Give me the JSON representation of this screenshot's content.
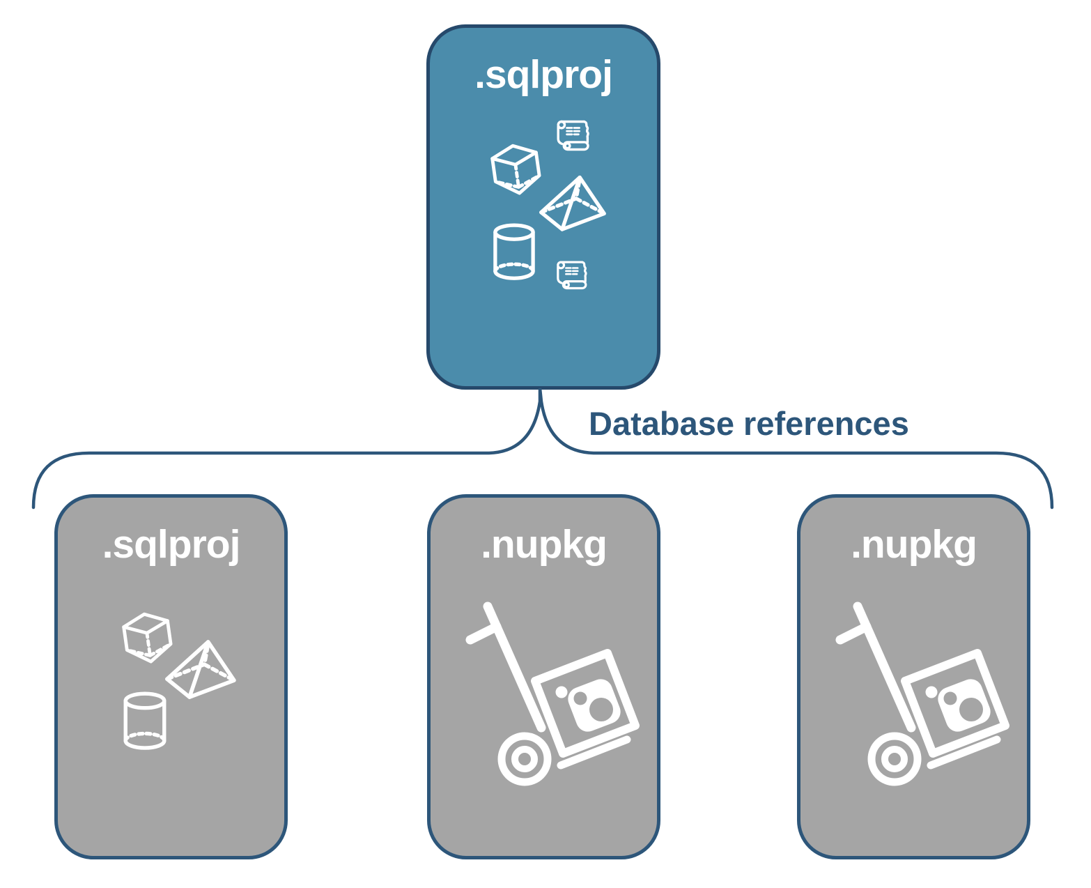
{
  "nodes": {
    "root": {
      "label": ".sqlproj",
      "icons": [
        "script-scroll-icon",
        "cube-icon",
        "pyramid-icon",
        "cylinder-icon",
        "script-scroll-icon"
      ]
    },
    "children": [
      {
        "label": ".sqlproj",
        "icons": [
          "cube-icon",
          "pyramid-icon",
          "cylinder-icon"
        ]
      },
      {
        "label": ".nupkg",
        "icons": [
          "nuget-package-dolly-icon"
        ]
      },
      {
        "label": ".nupkg",
        "icons": [
          "nuget-package-dolly-icon"
        ]
      }
    ]
  },
  "connector": {
    "label": "Database references"
  },
  "colors": {
    "background": "#ffffff",
    "root_fill": "#4b8cab",
    "root_border": "#26496b",
    "child_fill": "#a5a5a5",
    "child_border": "#2d567a",
    "connector_stroke": "#2d567a",
    "edge_label_text": "#2d567a",
    "node_label_text": "#ffffff",
    "icon_stroke": "#ffffff"
  }
}
